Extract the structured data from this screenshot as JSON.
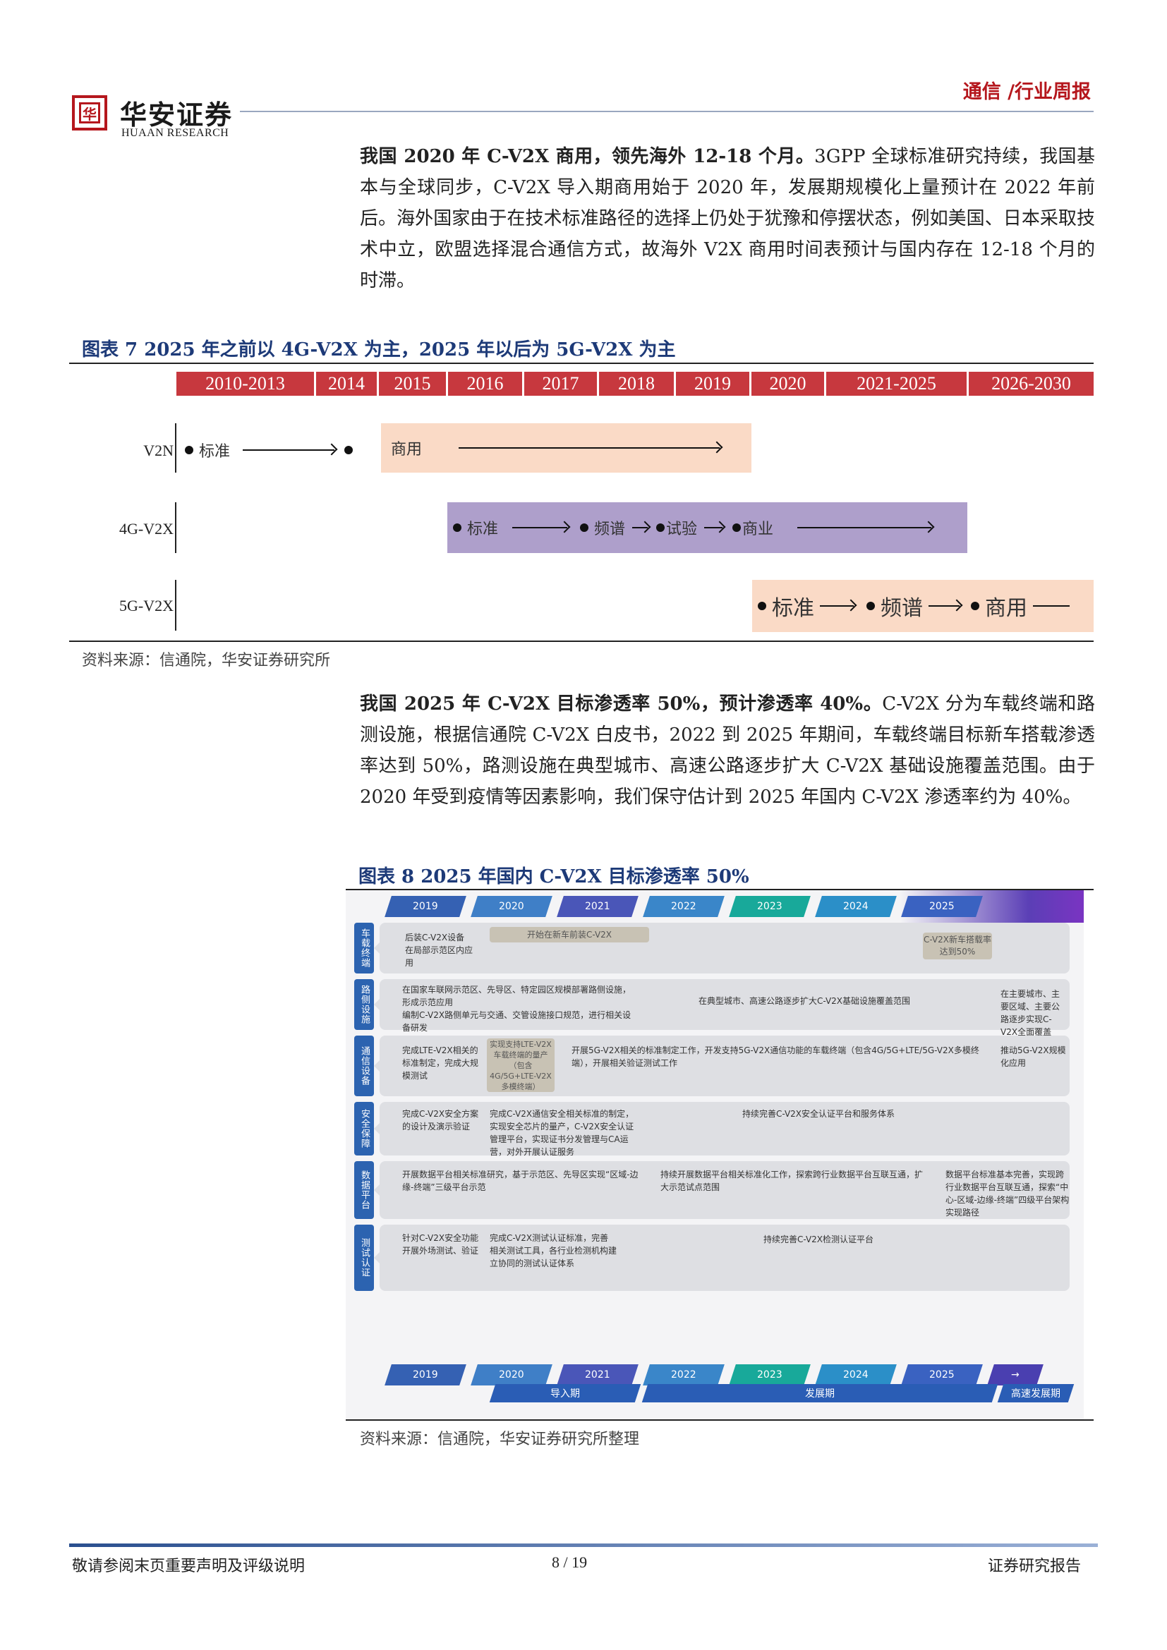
{
  "header": {
    "logo_cn": "华安证券",
    "logo_en": "HUAAN RESEARCH",
    "category": "通信 /行业周报"
  },
  "para1": {
    "lead": "我国 2020 年 C-V2X 商用，领先海外 12-18 个月。",
    "body": "3GPP 全球标准研究持续，我国基本与全球同步，C-V2X 导入期商用始于 2020 年，发展期规模化上量预计在 2022 年前后。海外国家由于在技术标准路径的选择上仍处于犹豫和停摆状态，例如美国、日本采取技术中立，欧盟选择混合通信方式，故海外 V2X 商用时间表预计与国内存在 12-18 个月的时滞。"
  },
  "fig7": {
    "title": "图表 7 2025 年之前以 4G-V2X 为主，2025 年以后为 5G-V2X 为主",
    "years": [
      "2010-2013",
      "2014",
      "2015",
      "2016",
      "2017",
      "2018",
      "2019",
      "2020",
      "2021-2025",
      "2026-2030"
    ],
    "rows": [
      {
        "label": "V2N",
        "stages": [
          "标准",
          "商用"
        ]
      },
      {
        "label": "4G-V2X",
        "stages": [
          "标准",
          "频谱",
          "试验",
          "商业"
        ]
      },
      {
        "label": "5G-V2X",
        "stages": [
          "标准",
          "频谱",
          "商用"
        ]
      }
    ],
    "colors": {
      "year_bar": "#c7383e",
      "v2n_band": "#fadac6",
      "v2x4g_band": "#ae9fcb",
      "v2x5g_band": "#fadac6"
    },
    "source": "资料来源：信通院，华安证券研究所"
  },
  "para2": {
    "lead": "我国 2025 年 C-V2X 目标渗透率 50%，预计渗透率 40%。",
    "body": "C-V2X 分为车载终端和路测设施，根据信通院 C-V2X 白皮书，2022 到 2025 年期间，车载终端目标新车搭载渗透率达到 50%，路测设施在典型城市、高速公路逐步扩大 C-V2X 基础设施覆盖范围。由于 2020 年受到疫情等因素影响，我们保守估计到 2025 年国内 C-V2X 渗透率约为 40%。"
  },
  "fig8": {
    "title": "图表 8 2025 年国内 C-V2X 目标渗透率 50%",
    "years": [
      "2019",
      "2020",
      "2021",
      "2022",
      "2023",
      "2024",
      "2025"
    ],
    "year_colors": [
      "#3561b3",
      "#3f7fc7",
      "#4a56b8",
      "#3a86c9",
      "#18a99a",
      "#2b8fc8",
      "#3a62c1"
    ],
    "bottom_years": [
      "2019",
      "2020",
      "2021",
      "2022",
      "2023",
      "2024",
      "2025",
      "→"
    ],
    "rows": [
      {
        "side": "车载终端",
        "texts": [
          "后装C-V2X设备在局部示范区内应用",
          "开始在新车前装C-V2X",
          "C-V2X新车搭载率达到50%"
        ]
      },
      {
        "side": "路侧设施",
        "texts": [
          "在国家车联网示范区、先导区、特定园区规模部署路侧设施，形成示范应用\n编制C-V2X路侧单元与交通、交管设施接口规范，进行相关设备研发",
          "在典型城市、高速公路逐步扩大C-V2X基础设施覆盖范围",
          "在主要城市、主要区域、主要公路逐步实现C-V2X全面覆盖"
        ]
      },
      {
        "side": "通信设备",
        "texts": [
          "完成LTE-V2X相关的标准制定，完成大规模测试",
          "实现支持LTE-V2X车载终端的量产（包含4G/5G+LTE-V2X多模终端）",
          "开展5G-V2X相关的标准制定工作，开发支持5G-V2X通信功能的车载终端（包含4G/5G+LTE/5G-V2X多模终端），开展相关验证测试工作",
          "推动5G-V2X规模化应用"
        ]
      },
      {
        "side": "安全保障",
        "texts": [
          "完成C-V2X安全方案的设计及演示验证",
          "完成C-V2X通信安全相关标准的制定，实现安全芯片的量产，C-V2X安全认证管理平台，实现证书分发管理与CA运营，对外开展认证服务",
          "持续完善C-V2X安全认证平台和服务体系"
        ]
      },
      {
        "side": "数据平台",
        "texts": [
          "开展数据平台相关标准研究，基于示范区、先导区实现“区域-边缘-终端”三级平台示范",
          "持续开展数据平台相关标准化工作，探索跨行业数据平台互联互通，扩大示范试点范围",
          "数据平台标准基本完善，实现跨行业数据平台互联互通，探索“中心-区域-边缘-终端”四级平台架构实现路径"
        ]
      },
      {
        "side": "测试认证",
        "texts": [
          "针对C-V2X安全功能开展外场测试、验证",
          "完成C-V2X测试认证标准，完善相关测试工具，各行业检测机构建立协同的测试认证体系",
          "持续完善C-V2X检测认证平台"
        ]
      }
    ],
    "phases": [
      "导入期",
      "发展期",
      "高速发展期"
    ],
    "source": "资料来源：信通院，华安证券研究所整理"
  },
  "footer": {
    "left": "敬请参阅末页重要声明及评级说明",
    "page": "8 / 19",
    "right": "证券研究报告"
  }
}
